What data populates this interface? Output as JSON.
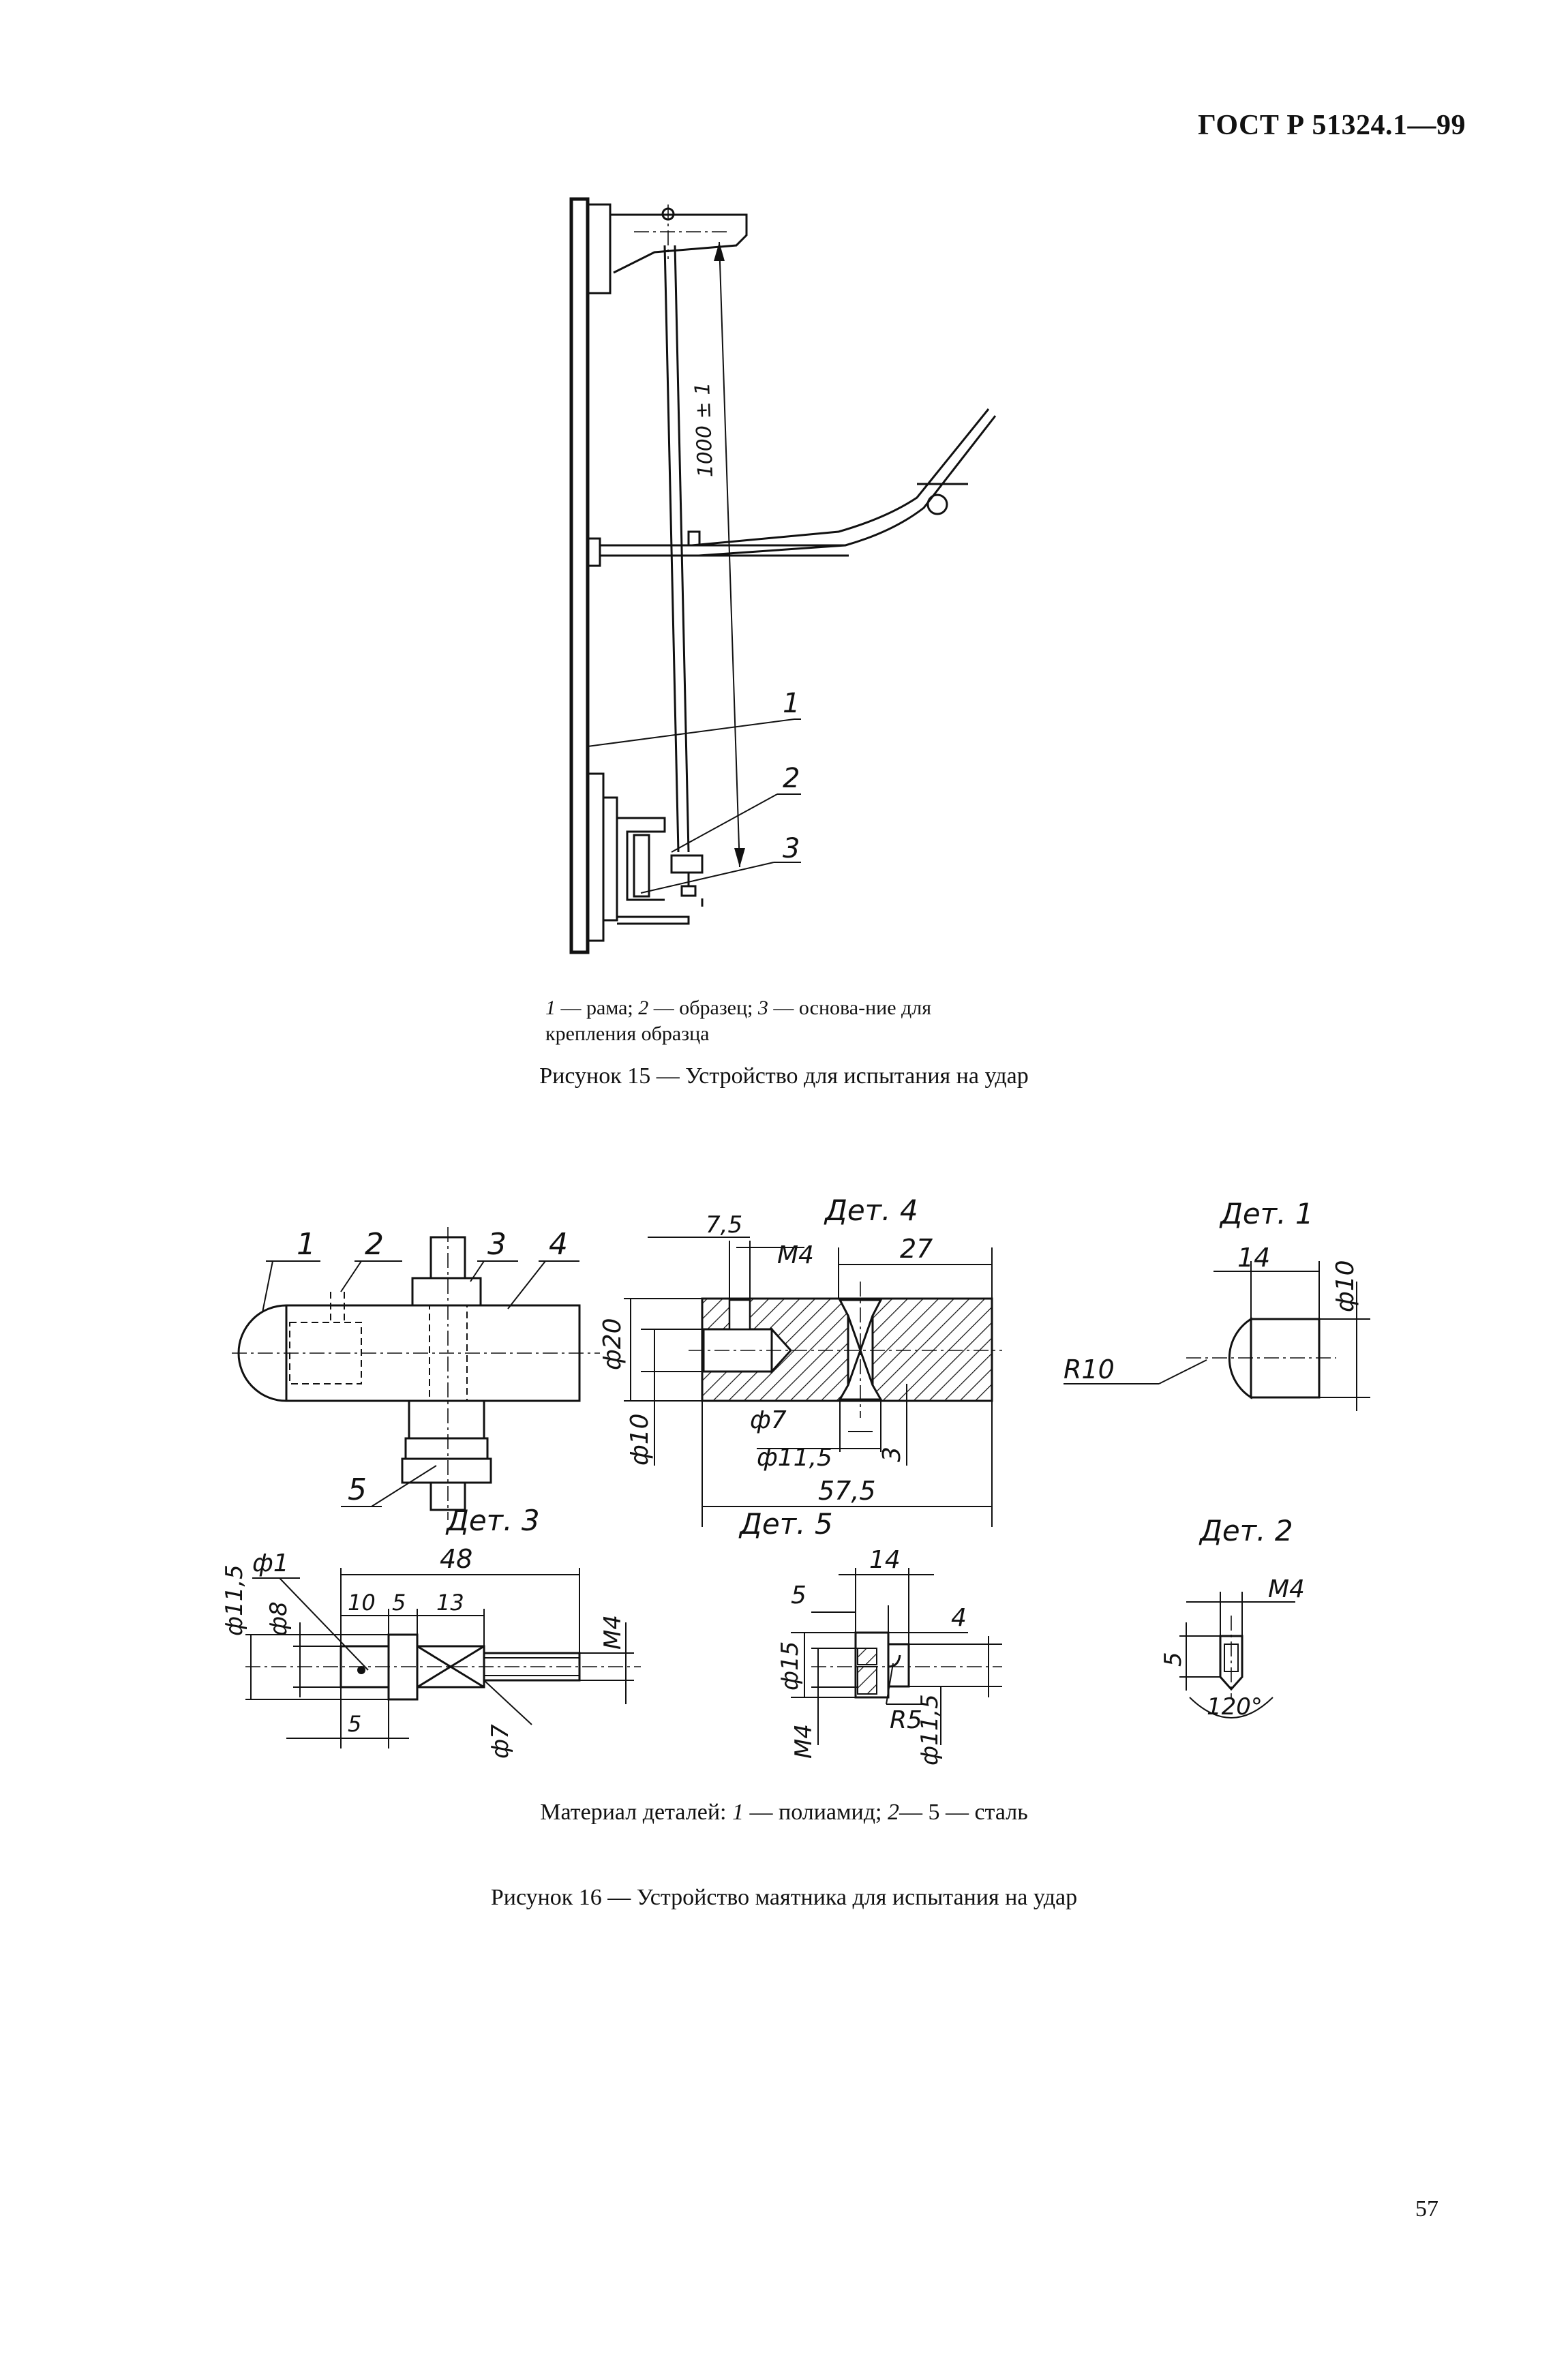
{
  "header": {
    "doc_id": "ГОСТ Р 51324.1—99"
  },
  "figure15": {
    "dimension": "1000 ± 1",
    "callouts": [
      "1",
      "2",
      "3"
    ],
    "legend": {
      "n1": "1",
      "t1": " — рама; ",
      "n2": "2",
      "t2": " — образец; ",
      "n3": "3",
      "t3": " — основа-ние для крепления образца"
    },
    "caption": "Рисунок 15 — Устройство для испытания на удар"
  },
  "figure16": {
    "assembly_callouts": [
      "1",
      "2",
      "3",
      "4",
      "5"
    ],
    "det4": {
      "title": "Дет. 4",
      "dims": [
        "7,5",
        "М4",
        "27",
        "ф20",
        "ф10",
        "ф7",
        "ф11,5",
        "3",
        "57,5"
      ]
    },
    "det1": {
      "title": "Дет. 1",
      "dims": [
        "14",
        "ф10",
        "R10"
      ]
    },
    "det3": {
      "title": "Дет. 3",
      "dims": [
        "ф1",
        "48",
        "ф11,5",
        "ф8",
        "10",
        "5",
        "13",
        "М4",
        "5",
        "ф7"
      ]
    },
    "det5": {
      "title": "Дет. 5",
      "dims": [
        "14",
        "5",
        "4",
        "ф15",
        "М4",
        "R5",
        "ф11,5"
      ]
    },
    "det2": {
      "title": "Дет. 2",
      "dims": [
        "М4",
        "5",
        "120°"
      ]
    },
    "material": {
      "prefix": "Материал деталей: ",
      "n1": "1",
      "t1": " — полиамид; ",
      "n2": "2",
      "t2": "— 5 — сталь"
    },
    "caption": "Рисунок 16 — Устройство маятника для испытания на удар"
  },
  "page_number": "57"
}
